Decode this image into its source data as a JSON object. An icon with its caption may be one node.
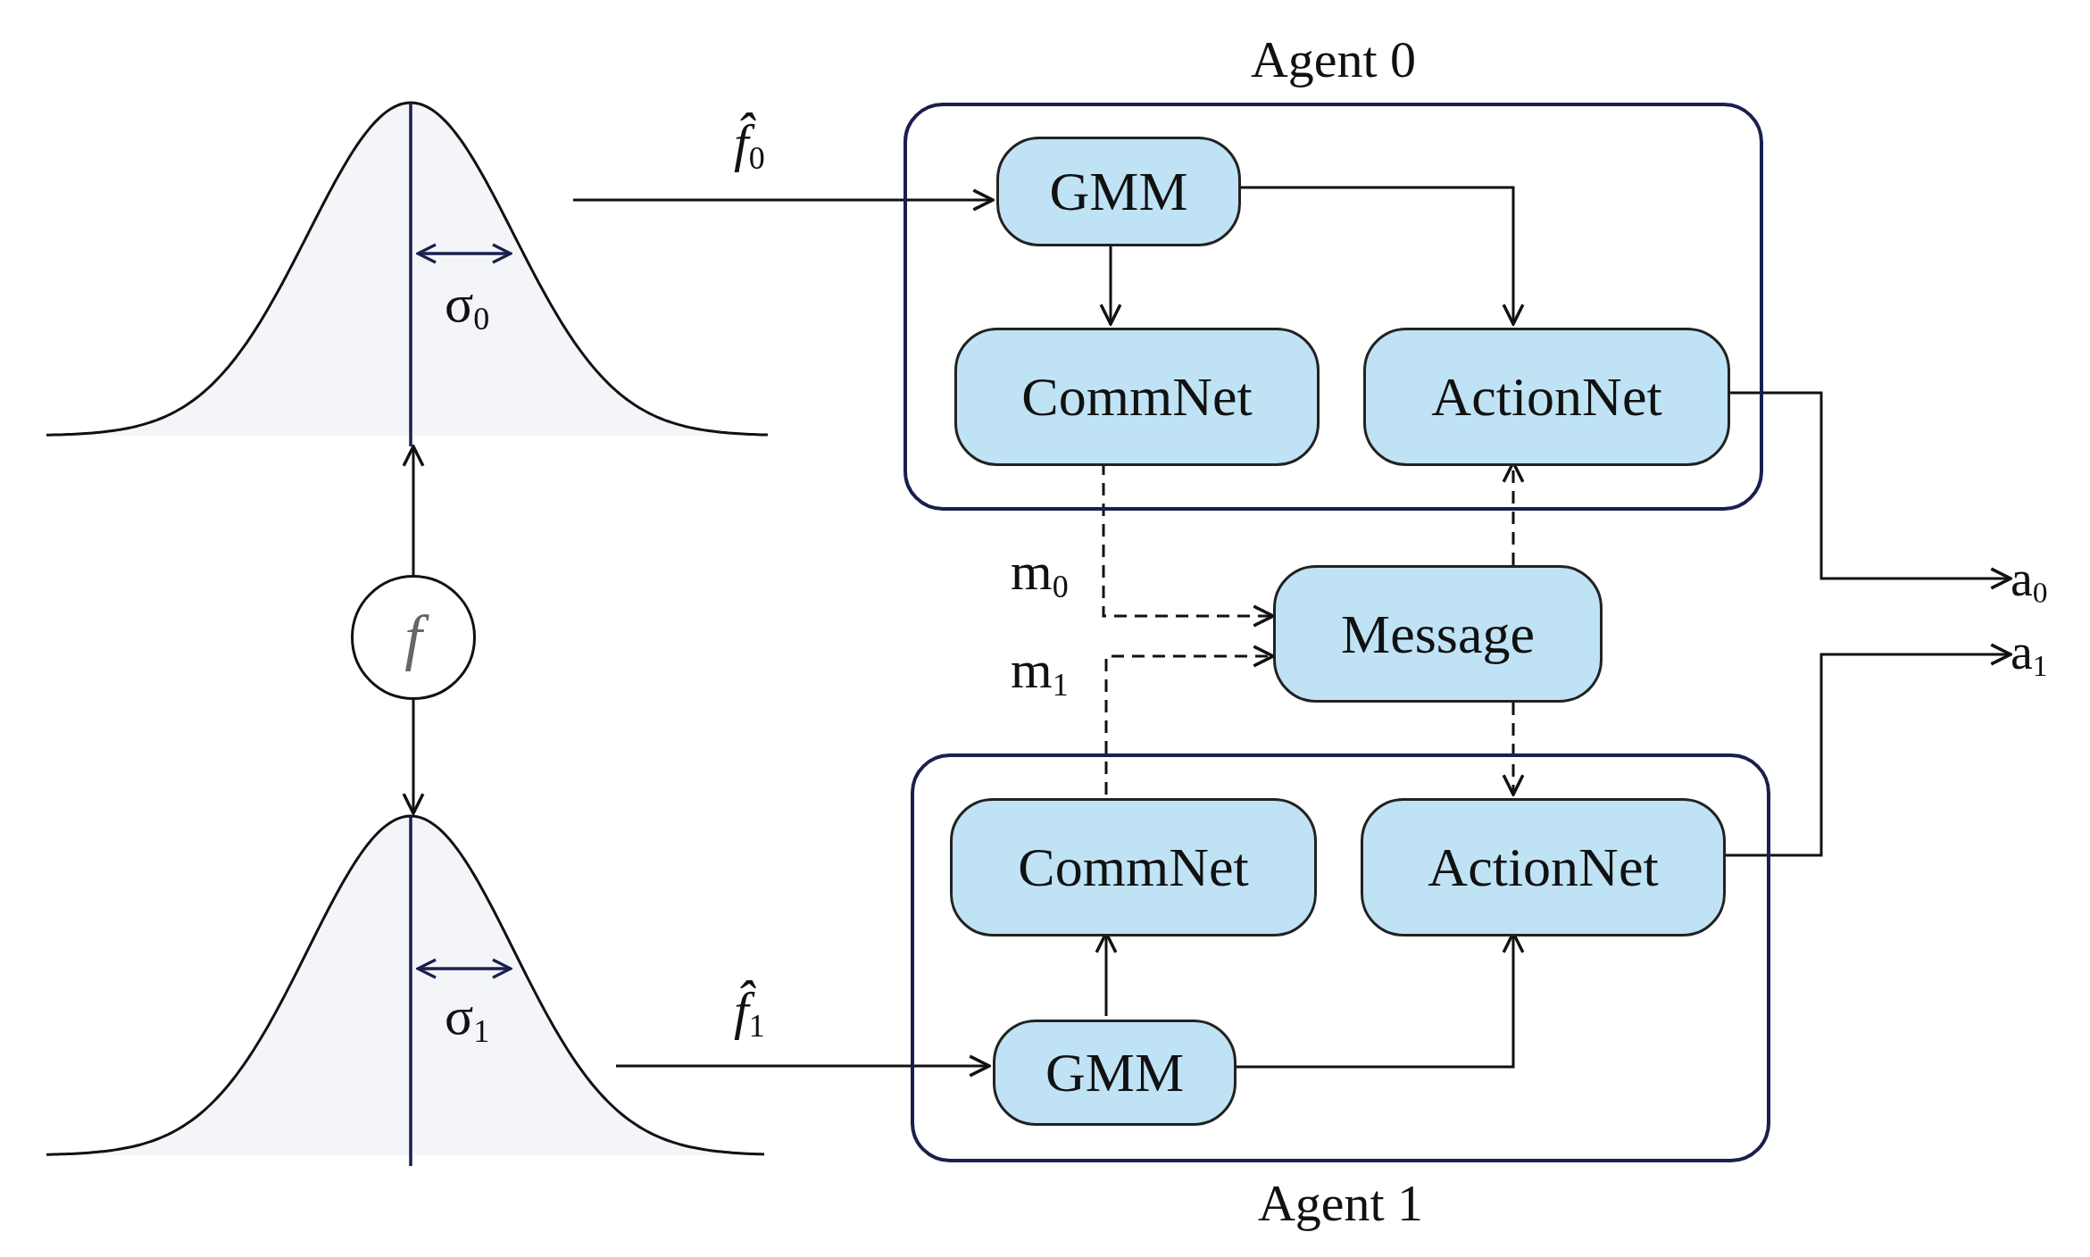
{
  "diagram": {
    "nodes": [
      {
        "text": [
          "Agent 0"
        ]
      },
      {
        "text": [
          "GMM"
        ],
        "in": 0
      },
      {
        "text": [
          "CommNet"
        ],
        "in": 0
      },
      {
        "text": [
          "ActionNet"
        ],
        "in": 0
      },
      {
        "text": [
          "Message"
        ]
      },
      {
        "text": [
          "Agent 1"
        ]
      },
      {
        "text": [
          "CommNet"
        ],
        "in": 5
      },
      {
        "text": [
          "ActionNet"
        ],
        "in": 5
      },
      {
        "text": [
          "GMM"
        ],
        "in": 5
      },
      {
        "text": [
          "f"
        ]
      },
      {
        "text": [],
        "shape": "picture"
      },
      {
        "text": [],
        "shape": "picture"
      },
      {
        "text": [
          "a$_{0}$"
        ]
      },
      {
        "text": [
          "a$_{1}$"
        ]
      }
    ],
    "edges": [
      {
        "from": 10,
        "to": 1,
        "arrow": "to",
        "label": "*f̂*$_{0}$"
      },
      {
        "from": 1,
        "to": 2,
        "arrow": "to"
      },
      {
        "from": 1,
        "to": 3,
        "arrow": "to"
      },
      {
        "from": 3,
        "to": 12,
        "arrow": "to"
      },
      {
        "from": 2,
        "to": 4,
        "arrow": "to",
        "style": "dashed",
        "label": "m$_{0}$"
      },
      {
        "from": 6,
        "to": 4,
        "arrow": "to",
        "style": "dashed",
        "label": "m$_{1}$"
      },
      {
        "from": 4,
        "to": 3,
        "arrow": "to",
        "style": "dashed"
      },
      {
        "from": 4,
        "to": 7,
        "arrow": "to",
        "style": "dashed"
      },
      {
        "from": 7,
        "to": 13,
        "arrow": "to"
      },
      {
        "from": 8,
        "to": 6,
        "arrow": "to"
      },
      {
        "from": 8,
        "to": 7,
        "arrow": "to"
      },
      {
        "from": 11,
        "to": 8,
        "arrow": "to",
        "label": "*f̂*$_{1}$"
      },
      {
        "from": 9,
        "to": 10,
        "arrow": "to"
      },
      {
        "from": 9,
        "to": 11,
        "arrow": "to"
      }
    ],
    "labels": [
      "σ$_{0}$",
      "σ$_{1}$"
    ]
  }
}
